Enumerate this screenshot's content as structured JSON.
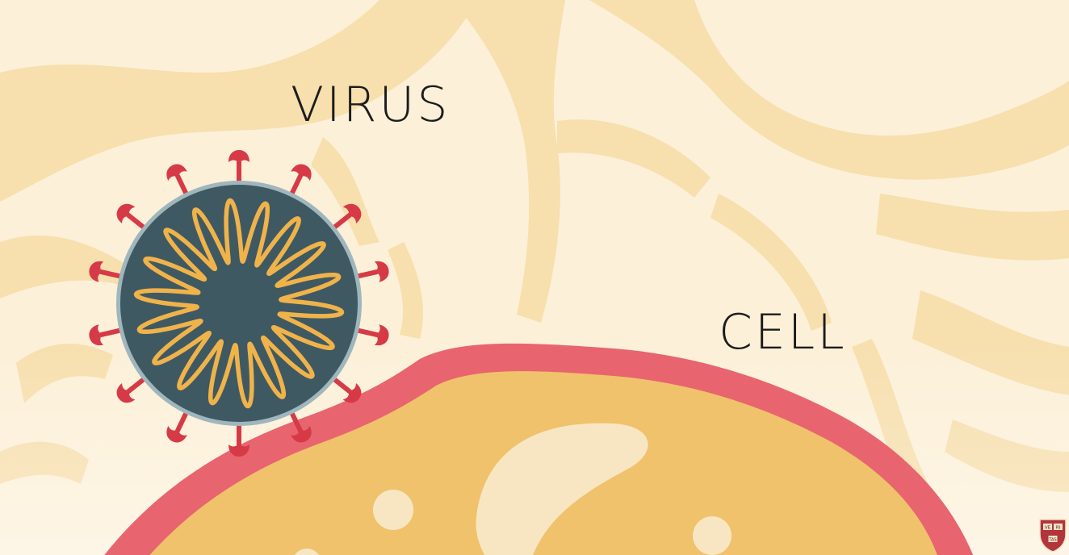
{
  "labels": {
    "virus": "VIRUS",
    "cell": "CELL"
  },
  "logo": {
    "kind": "shield-crest",
    "text_top_left": "VE",
    "text_top_right": "RI",
    "text_bottom": "TAS"
  },
  "colors": {
    "background": "#fcf0d8",
    "background_pattern": "#f7dfae",
    "virus_envelope": "#3f5963",
    "virus_envelope_rim": "#9fb6bd",
    "virus_spike": "#d63a46",
    "virus_rna": "#f0b34a",
    "cell_membrane": "#e8646f",
    "cell_cytoplasm": "#efc26b",
    "cell_organelle": "#f8e6c3",
    "logo_shield": "#b0363b"
  }
}
